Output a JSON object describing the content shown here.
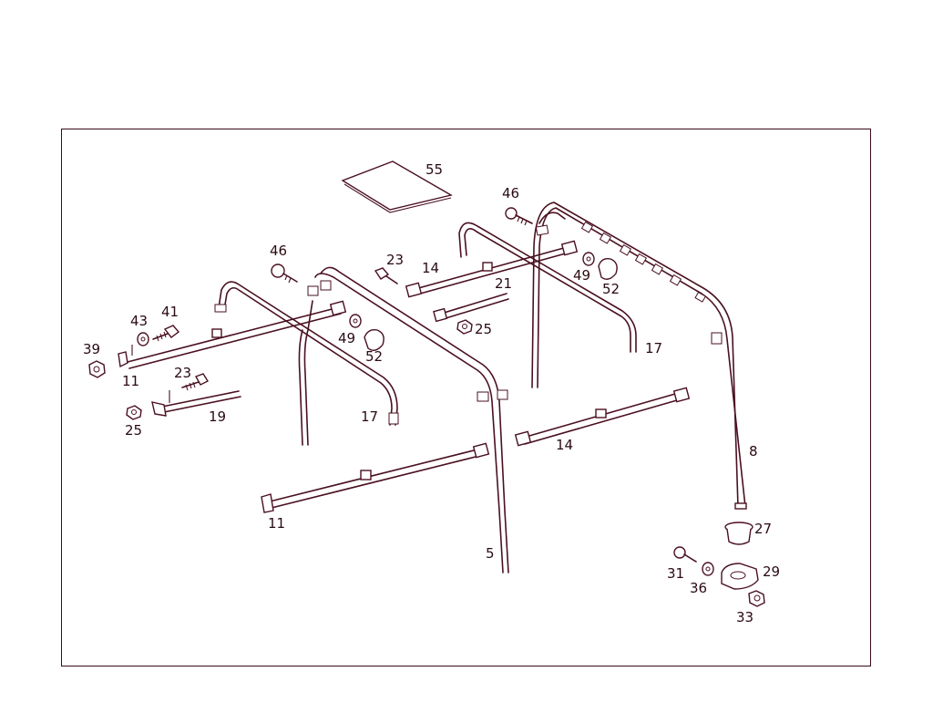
{
  "colors": {
    "line": "#4a1020",
    "frame": "#3a0a1e",
    "text": "#2a0a12",
    "background": "#ffffff"
  },
  "callouts": [
    {
      "id": "c55",
      "text": "55"
    },
    {
      "id": "c46a",
      "text": "46"
    },
    {
      "id": "c46b",
      "text": "46"
    },
    {
      "id": "c23a",
      "text": "23"
    },
    {
      "id": "c14a",
      "text": "14"
    },
    {
      "id": "c21",
      "text": "21"
    },
    {
      "id": "c49a",
      "text": "49"
    },
    {
      "id": "c52a",
      "text": "52"
    },
    {
      "id": "c25a",
      "text": "25"
    },
    {
      "id": "c17a",
      "text": "17"
    },
    {
      "id": "c43",
      "text": "43"
    },
    {
      "id": "c41",
      "text": "41"
    },
    {
      "id": "c39",
      "text": "39"
    },
    {
      "id": "c11a",
      "text": "11"
    },
    {
      "id": "c49b",
      "text": "49"
    },
    {
      "id": "c52b",
      "text": "52"
    },
    {
      "id": "c23b",
      "text": "23"
    },
    {
      "id": "c25b",
      "text": "25"
    },
    {
      "id": "c19",
      "text": "19"
    },
    {
      "id": "c17b",
      "text": "17"
    },
    {
      "id": "c14b",
      "text": "14"
    },
    {
      "id": "c8",
      "text": "8"
    },
    {
      "id": "c11b",
      "text": "11"
    },
    {
      "id": "c27",
      "text": "27"
    },
    {
      "id": "c31",
      "text": "31"
    },
    {
      "id": "c29",
      "text": "29"
    },
    {
      "id": "c36",
      "text": "36"
    },
    {
      "id": "c33",
      "text": "33"
    },
    {
      "id": "c5",
      "text": "5"
    }
  ]
}
